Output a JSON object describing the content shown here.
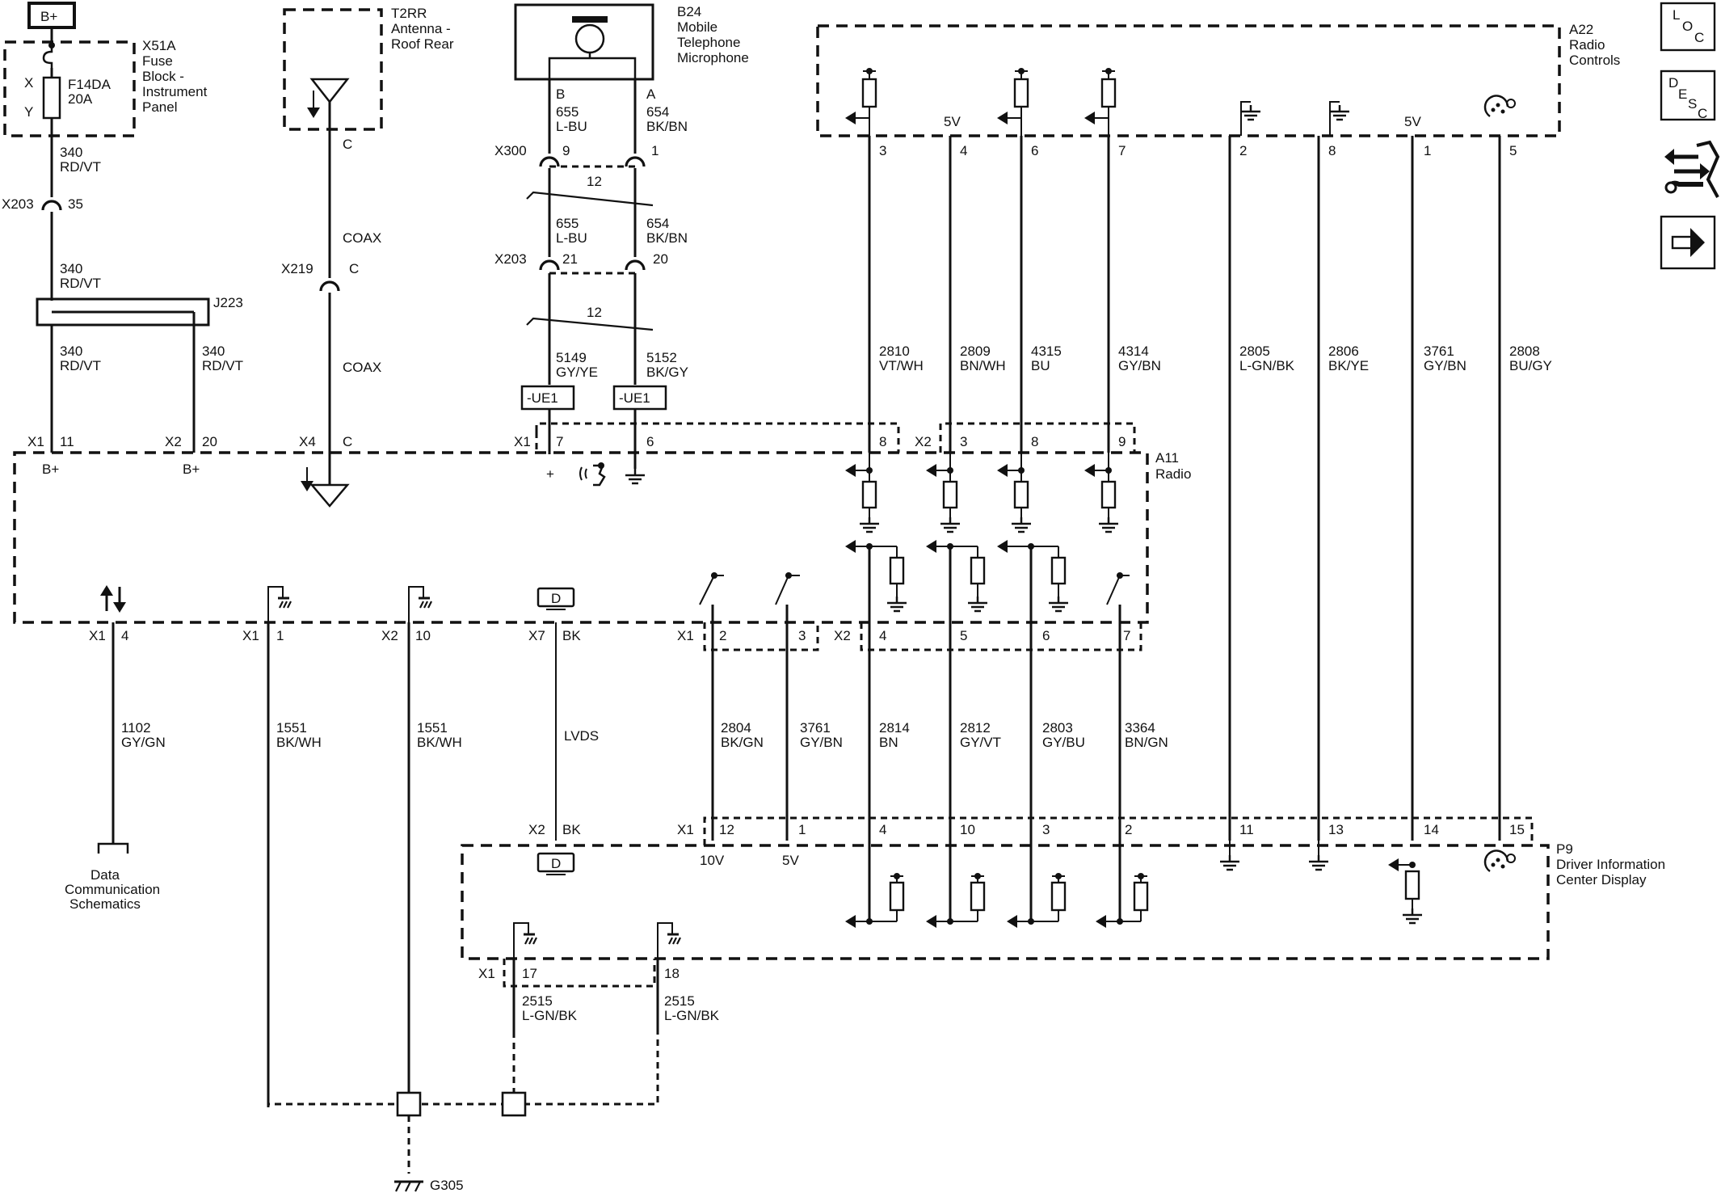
{
  "nav": {
    "loc": {
      "l": "L",
      "o": "O",
      "c": "C"
    },
    "desc": {
      "d": "D",
      "e": "E",
      "s": "S",
      "c": "C"
    }
  },
  "power": {
    "label": "B+"
  },
  "components": {
    "x51a": {
      "id": "X51A",
      "l1": "Fuse",
      "l2": "Block -",
      "l3": "Instrument",
      "l4": "Panel",
      "pin_x": "X",
      "pin_y": "Y",
      "fuse": "F14DA",
      "amp": "20A"
    },
    "t2rr": {
      "id": "T2RR",
      "l1": "Antenna -",
      "l2": "Roof Rear",
      "pin": "C"
    },
    "b24": {
      "id": "B24",
      "l1": "Mobile",
      "l2": "Telephone",
      "l3": "Microphone",
      "pin_b": "B",
      "pin_a": "A"
    },
    "a22": {
      "id": "A22",
      "l1": "Radio",
      "l2": "Controls",
      "v5a": "5V",
      "v5b": "5V",
      "pins": [
        "3",
        "4",
        "6",
        "7",
        "2",
        "8",
        "1",
        "5"
      ]
    },
    "j223": {
      "id": "J223"
    },
    "a11": {
      "id": "A11",
      "l1": "Radio",
      "b_plus_1": "B+",
      "b_plus_2": "B+",
      "plus": "+"
    },
    "p9": {
      "id": "P9",
      "l1": "Driver Information",
      "l2": "Center Display",
      "v10": "10V",
      "v5": "5V"
    },
    "g305": {
      "id": "G305"
    },
    "data_comm": {
      "l1": "Data",
      "l2": "Communication",
      "l3": "Schematics"
    },
    "ue1_a": "-UE1",
    "ue1_b": "-UE1",
    "display_icon": "D"
  },
  "connectors": {
    "x203_35": {
      "name": "X203",
      "pin": "35"
    },
    "x219": {
      "name": "X219",
      "pin": "C"
    },
    "x300": {
      "name": "X300",
      "pin9": "9",
      "pin1": "1",
      "twist": "12"
    },
    "x203b": {
      "name": "X203",
      "pin21": "21",
      "pin20": "20",
      "twist": "12"
    },
    "a11_top": {
      "x1a": "X1",
      "p11": "11",
      "x2a": "X2",
      "p20": "20",
      "x4": "X4",
      "pc": "C",
      "x1b": "X1",
      "p7": "7",
      "p6": "6",
      "p8": "8",
      "x2b": "X2",
      "p3": "3",
      "p8b": "8",
      "p9": "9"
    },
    "a11_bot": {
      "x1a": "X1",
      "p4": "4",
      "x1b": "X1",
      "p1": "1",
      "x2a": "X2",
      "p10": "10",
      "x7": "X7",
      "bk": "BK",
      "x1c": "X1",
      "p2": "2",
      "p3": "3",
      "x2b": "X2",
      "p4b": "4",
      "p5": "5",
      "p6": "6",
      "p7": "7"
    },
    "p9_top": {
      "x2": "X2",
      "bk": "BK",
      "x1": "X1",
      "p12": "12",
      "p1": "1",
      "p4": "4",
      "p10": "10",
      "p3": "3",
      "p2": "2",
      "p11": "11",
      "p13": "13",
      "p14": "14",
      "p15": "15"
    },
    "p9_bot": {
      "x1": "X1",
      "p17": "17",
      "p18": "18"
    }
  },
  "wires": {
    "w340a": {
      "num": "340",
      "col": "RD/VT"
    },
    "w340b": {
      "num": "340",
      "col": "RD/VT"
    },
    "w340c": {
      "num": "340",
      "col": "RD/VT"
    },
    "w340d": {
      "num": "340",
      "col": "RD/VT"
    },
    "coax1": "COAX",
    "coax2": "COAX",
    "w655a": {
      "num": "655",
      "col": "L-BU"
    },
    "w654a": {
      "num": "654",
      "col": "BK/BN"
    },
    "w655b": {
      "num": "655",
      "col": "L-BU"
    },
    "w654b": {
      "num": "654",
      "col": "BK/BN"
    },
    "w5149": {
      "num": "5149",
      "col": "GY/YE"
    },
    "w5152": {
      "num": "5152",
      "col": "BK/GY"
    },
    "w2810": {
      "num": "2810",
      "col": "VT/WH"
    },
    "w2809": {
      "num": "2809",
      "col": "BN/WH"
    },
    "w4315": {
      "num": "4315",
      "col": "BU"
    },
    "w4314": {
      "num": "4314",
      "col": "GY/BN"
    },
    "w2805": {
      "num": "2805",
      "col": "L-GN/BK"
    },
    "w2806": {
      "num": "2806",
      "col": "BK/YE"
    },
    "w3761a": {
      "num": "3761",
      "col": "GY/BN"
    },
    "w2808": {
      "num": "2808",
      "col": "BU/GY"
    },
    "w1102": {
      "num": "1102",
      "col": "GY/GN"
    },
    "w1551a": {
      "num": "1551",
      "col": "BK/WH"
    },
    "w1551b": {
      "num": "1551",
      "col": "BK/WH"
    },
    "lvds": "LVDS",
    "w2804": {
      "num": "2804",
      "col": "BK/GN"
    },
    "w3761b": {
      "num": "3761",
      "col": "GY/BN"
    },
    "w2814": {
      "num": "2814",
      "col": "BN"
    },
    "w2812": {
      "num": "2812",
      "col": "GY/VT"
    },
    "w2803": {
      "num": "2803",
      "col": "GY/BU"
    },
    "w3364": {
      "num": "3364",
      "col": "BN/GN"
    },
    "w2515a": {
      "num": "2515",
      "col": "L-GN/BK"
    },
    "w2515b": {
      "num": "2515",
      "col": "L-GN/BK"
    }
  }
}
